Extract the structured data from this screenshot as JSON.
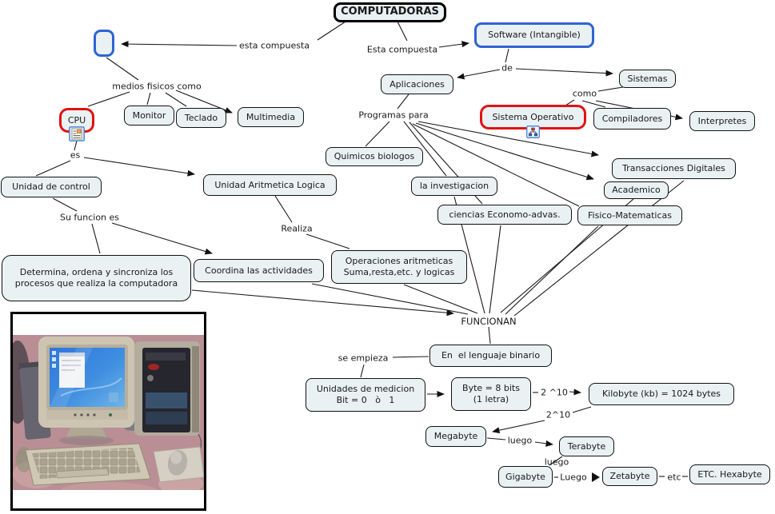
{
  "title": "COMPUTADORAS",
  "colors": {
    "node_fill": "#e9f1f2",
    "node_border": "#111111",
    "red_accent": "#e11212",
    "blue_accent": "#2f63d4",
    "line_color": "#1a1a1a"
  },
  "nodes": {
    "computadoras": {
      "label": "COMPUTADORAS"
    },
    "hardware": {
      "label": ""
    },
    "software": {
      "label": "Software (Intangible)"
    },
    "aplicaciones": {
      "label": "Aplicaciones"
    },
    "sistemas": {
      "label": "Sistemas"
    },
    "sistema_operativo": {
      "label": "Sistema Operativo"
    },
    "compiladores": {
      "label": "Compiladores"
    },
    "interpretes": {
      "label": "Interpretes"
    },
    "cpu": {
      "label": "CPU"
    },
    "monitor": {
      "label": "Monitor"
    },
    "teclado": {
      "label": "Teclado"
    },
    "multimedia": {
      "label": "Multimedia"
    },
    "quimicos": {
      "label": "Quimicos biologos"
    },
    "investigacion": {
      "label": "la investigacion"
    },
    "ciencias": {
      "label": "ciencias Economo-advas."
    },
    "transacciones": {
      "label": "Transacciones Digitales"
    },
    "academico": {
      "label": "Academico"
    },
    "fisico": {
      "label": "Fisico-Matematicas"
    },
    "unidad_control": {
      "label": "Unidad de control"
    },
    "unidad_aritmetica": {
      "label": "Unidad Aritmetica Logica"
    },
    "determina": {
      "label": "Determina, ordena y sincroniza los procesos que realiza la computadora"
    },
    "coordina": {
      "label": "Coordina las actividades"
    },
    "operaciones": {
      "line1": "Operaciones aritmeticas",
      "line2": "Suma,resta,etc. y logicas"
    },
    "lenguaje": {
      "label": "En  el lenguaje binario"
    },
    "unidades": {
      "line1": "Unidades de medicion",
      "line2": "Bit = 0   ò   1"
    },
    "byte": {
      "line1": "Byte = 8 bits",
      "line2": "(1 letra)"
    },
    "kilobyte": {
      "label": "Kilobyte (kb) = 1024 bytes"
    },
    "megabyte": {
      "label": "Megabyte"
    },
    "terabyte": {
      "label": "Terabyte"
    },
    "gigabyte": {
      "label": "Gigabyte"
    },
    "zetabyte": {
      "label": "Zetabyte"
    },
    "hexabyte": {
      "label": "ETC. Hexabyte"
    }
  },
  "link_labels": {
    "esta_compuesta_left": "esta compuesta",
    "esta_compuesta_right": "Esta compuesta",
    "medios": "medios fisicos como",
    "de": "de",
    "como": "como",
    "programas": "Programas para",
    "es": "es",
    "su_funcion": "Su funcion es",
    "realiza": "Realiza",
    "funcionan": "FUNCIONAN",
    "se_empieza": "se empieza",
    "pow1": "2 ^10",
    "pow2": "2^10",
    "luego1": "luego",
    "luego2": "luego",
    "luego3": "Luego",
    "etc": "etc"
  }
}
